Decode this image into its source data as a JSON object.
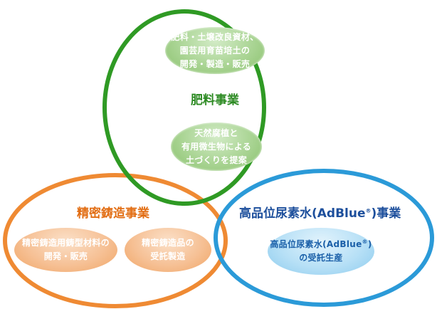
{
  "circles": {
    "fertilizer": {
      "title": "肥料事業",
      "color": "#2f9a24",
      "pill1": [
        "肥料・土壌改良資材、",
        "園芸用育苗培土の",
        "開発・製造・販売"
      ],
      "pill2": [
        "天然腐植と",
        "有用微生物による",
        "土づくりを提案"
      ]
    },
    "casting": {
      "title": "精密鋳造事業",
      "color": "#ef8a33",
      "pill1": [
        "精密鋳造用鋳型材料の",
        "開発・販売"
      ],
      "pill2": [
        "精密鋳造品の",
        "受託製造"
      ]
    },
    "adblue": {
      "title_main": "高品位尿素水(AdBlue",
      "title_mark": "®",
      "title_end": ")事業",
      "color": "#2b9ad8",
      "pill_line1_main": "高品位尿素水(AdBlue",
      "pill_line1_mark": "®",
      "pill_line1_end": ")",
      "pill_line2": "の受託生産"
    }
  }
}
